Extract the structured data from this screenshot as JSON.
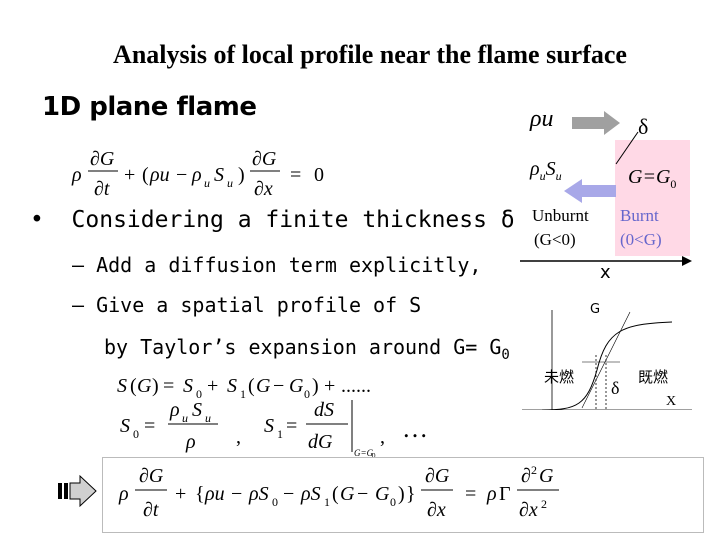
{
  "slide": {
    "title": "Analysis of local profile near the flame surface",
    "subtitle": "1D plane flame",
    "bullets": [
      "Considering a finite thickness δ"
    ],
    "sub_bullets": [
      "– Add a diffusion term explicitly,",
      "– Give a spatial profile of S",
      "by Taylor’s expansion around G= G"
    ],
    "sub_bullet_subscript": "0",
    "ellipsis": "…",
    "comma": ","
  },
  "diagram": {
    "rho_u": "ρu",
    "delta": "δ",
    "rho_su": "ρ",
    "rho_su_sub": "u",
    "s_label": "S",
    "s_label_sub": "u",
    "g_eq": "G=G",
    "g_eq_sub": "0",
    "unburnt": "Unburnt",
    "unburnt_cond": "(G<0)",
    "burnt": "Burnt",
    "burnt_cond": "(0<G)",
    "x_axis": "x",
    "g_axis": "G",
    "label_unburnt_jp": "未燃",
    "label_burnt_jp": "既燃",
    "profile_delta": "δ",
    "profile_x": "X"
  },
  "colors": {
    "burnt_region": "#ffd9e6",
    "arrow": "#a0a0a0",
    "flame_arrow": "#a8a8e8",
    "burnt_text": "#6666cc"
  },
  "icons": {
    "pointer": "right-arrow-icon"
  }
}
